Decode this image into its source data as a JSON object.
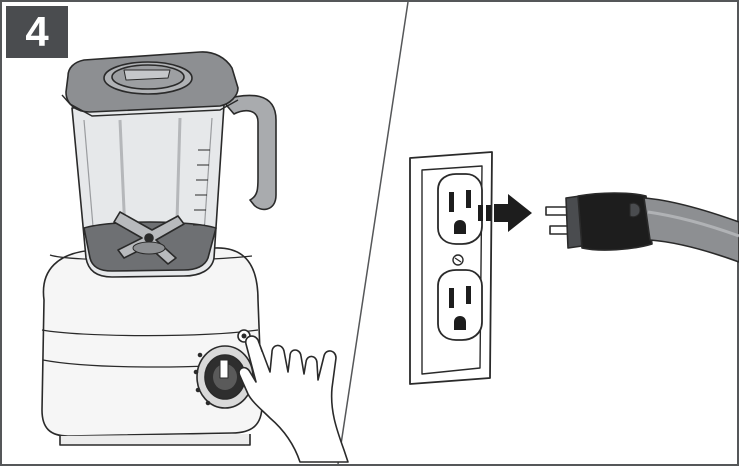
{
  "step": {
    "number": "4"
  },
  "panels": {
    "left": {
      "elements": [
        "blender-jar",
        "blender-lid",
        "blade-assembly",
        "blender-base",
        "power-button",
        "control-dial",
        "hand-pointer"
      ]
    },
    "right": {
      "elements": [
        "wall-outlet",
        "unplug-arrow",
        "power-plug",
        "power-cord"
      ]
    }
  },
  "colors": {
    "line": "#2a2a2a",
    "frame": "#555759",
    "badge": "#4a4c4f",
    "jar": "#e6e8ea",
    "lid": "#8d8f92",
    "handle": "#a9abae",
    "base": "#f6f6f6",
    "blade": "#6e7073",
    "plug": "#1d1d1d"
  }
}
